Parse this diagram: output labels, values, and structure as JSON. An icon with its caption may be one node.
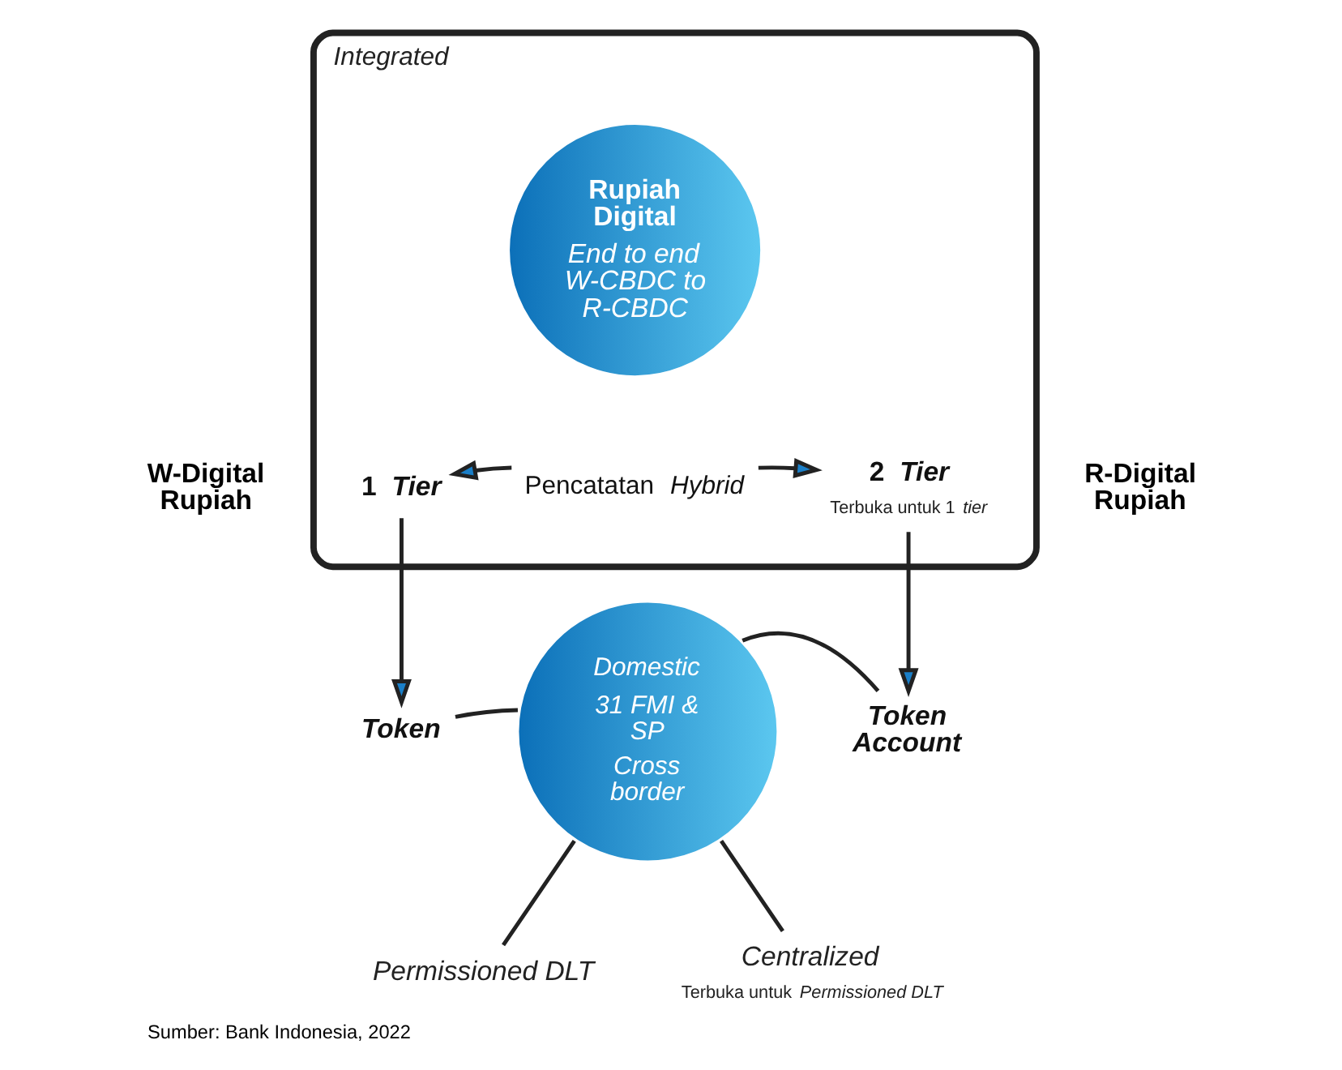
{
  "diagram": {
    "caption": "Sumber: Bank Indonesia, 2022",
    "nodes": [
      {
        "text": [
          "Integrated"
        ]
      },
      {
        "text": [
          "Rupiah Digital",
          "End to end W-CBDC to R-CBDC"
        ],
        "in": 0
      },
      {
        "text": [
          "1 *Tier*"
        ],
        "in": 0
      },
      {
        "text": [
          "Pencatatan *Hybrid*"
        ],
        "in": 0
      },
      {
        "text": [
          "2 *Tier*"
        ],
        "in": 0,
        "beside": [
          "Terbuka untuk 1 *tier*"
        ]
      },
      {
        "text": [
          "Token"
        ]
      },
      {
        "text": [
          "Domestic",
          "31 FMI & SP",
          "Cross border"
        ]
      },
      {
        "text": [
          "Token Account"
        ]
      },
      {
        "text": [
          "Permissioned DLT"
        ]
      },
      {
        "text": [
          "Centralized"
        ],
        "beside": [
          "Terbuka untuk *Permissioned DLT*"
        ]
      }
    ],
    "edges": [
      {
        "from": 3,
        "to": 2,
        "arrow": "to"
      },
      {
        "from": 3,
        "to": 4,
        "arrow": "to"
      },
      {
        "from": 2,
        "to": 5,
        "arrow": "to"
      },
      {
        "from": 4,
        "to": 7,
        "arrow": "to"
      },
      {
        "from": 5,
        "to": 6,
        "arrow": "none"
      },
      {
        "from": 7,
        "to": 6,
        "arrow": "none"
      },
      {
        "from": 6,
        "to": 8,
        "arrow": "none"
      },
      {
        "from": 6,
        "to": 9,
        "arrow": "none"
      }
    ],
    "labels": [
      "W-Digital Rupiah",
      "R-Digital Rupiah"
    ]
  }
}
